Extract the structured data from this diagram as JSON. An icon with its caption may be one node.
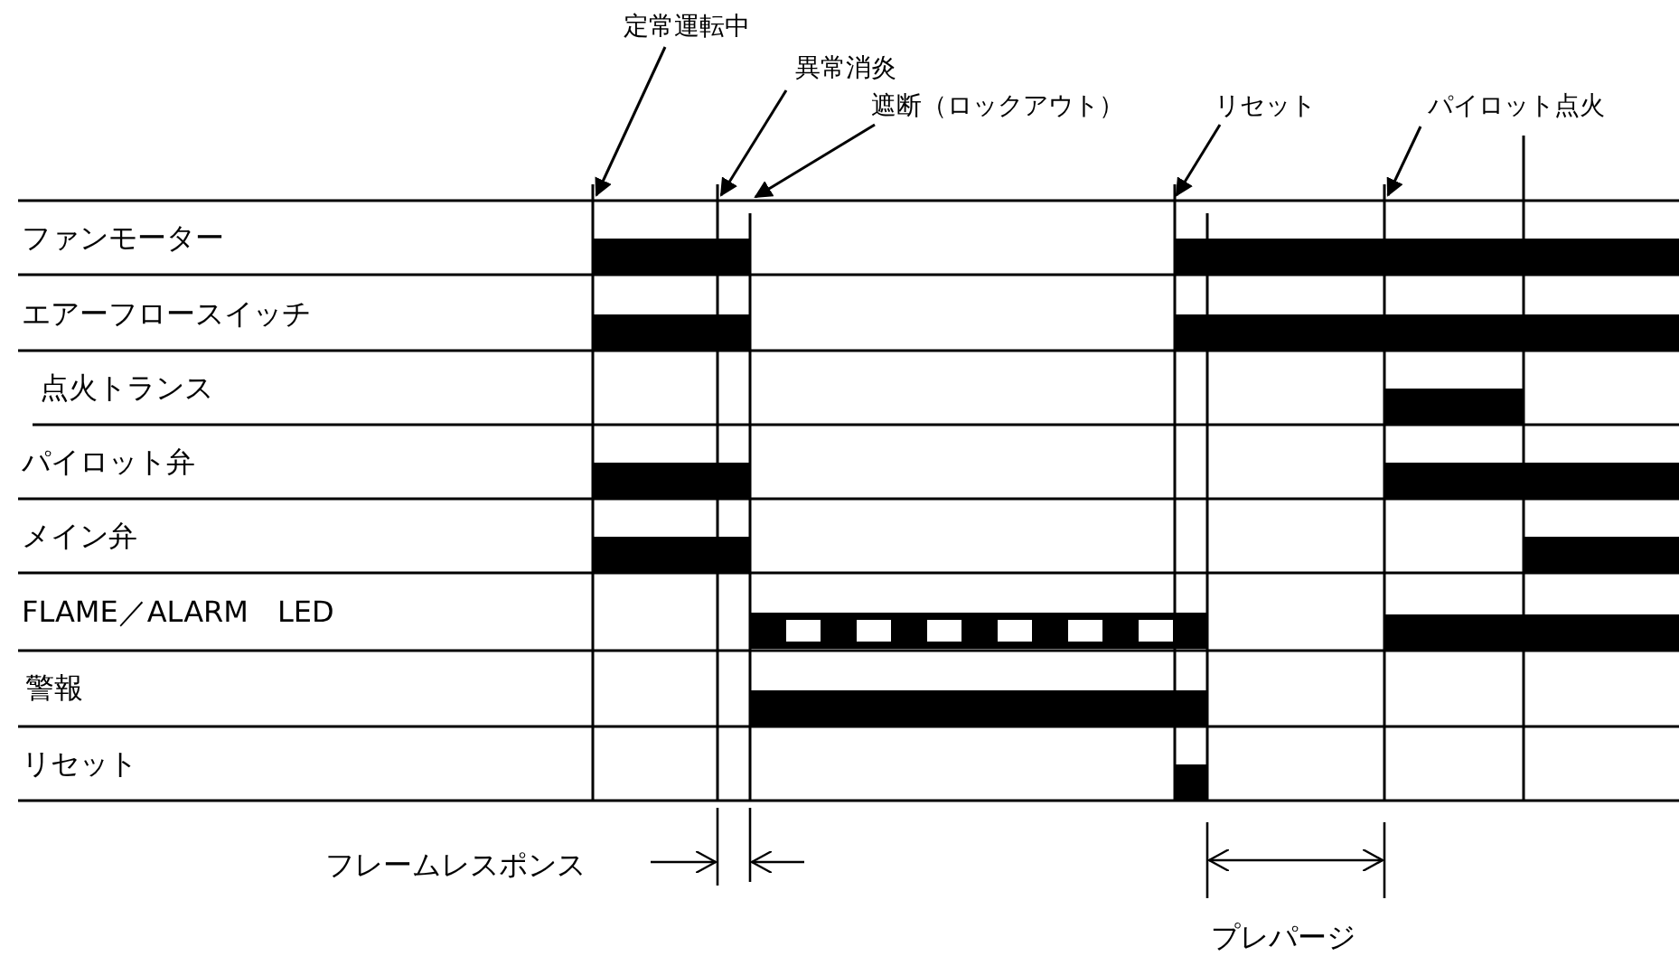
{
  "diagram": {
    "nodes": [
      {
        "text": [
          "定常運転中"
        ]
      },
      {
        "text": [
          "異常消炎"
        ]
      },
      {
        "text": [
          "遮断（ロックアウト）"
        ]
      },
      {
        "text": [
          "リセット"
        ]
      },
      {
        "text": [
          "パイロット点火"
        ]
      }
    ],
    "edges": [
      {
        "from": 0,
        "to": null,
        "arrow": "to"
      },
      {
        "from": 1,
        "to": null,
        "arrow": "to"
      },
      {
        "from": 2,
        "to": null,
        "arrow": "to"
      },
      {
        "from": 3,
        "to": null,
        "arrow": "to"
      },
      {
        "from": 4,
        "to": null,
        "arrow": "to"
      }
    ],
    "labels": [
      "ファンモーター",
      "エアーフロースイッチ",
      "点火トランス",
      "パイロット弁",
      "メイン弁",
      "FLAME／ALARM　LED",
      "警報",
      "リセット",
      "フレームレスポンス",
      "プレパージ"
    ]
  }
}
